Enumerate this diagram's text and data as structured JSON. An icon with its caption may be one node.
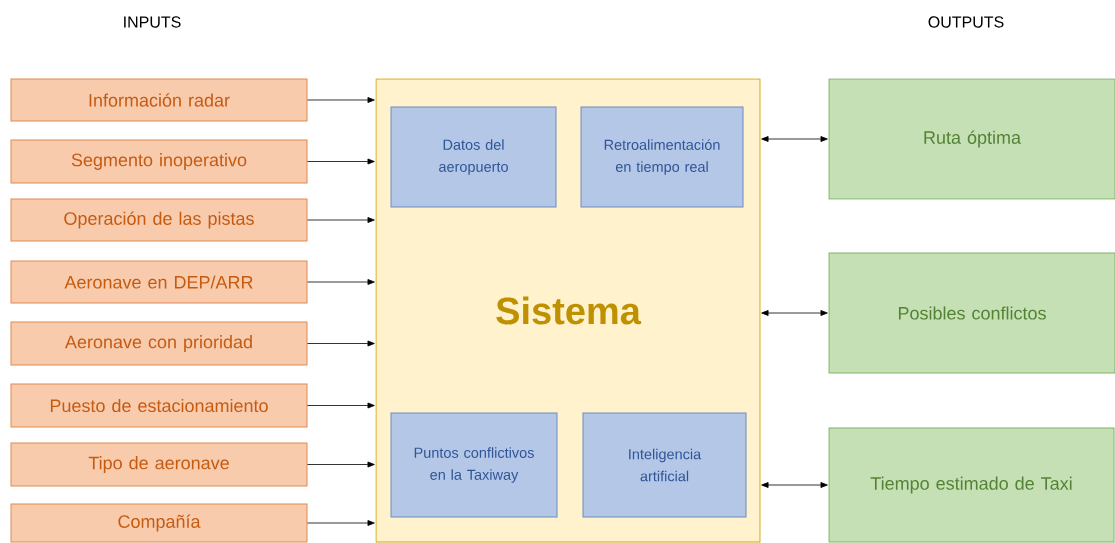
{
  "diagram": {
    "nodes": [
      {
        "text": [
          "Información radar"
        ]
      },
      {
        "text": [
          "Segmento inoperativo"
        ]
      },
      {
        "text": [
          "Operación de las pistas"
        ]
      },
      {
        "text": [
          "Aeronave en DEP/ARR"
        ]
      },
      {
        "text": [
          "Aeronave con prioridad"
        ]
      },
      {
        "text": [
          "Puesto de estacionamiento"
        ]
      },
      {
        "text": [
          "Tipo de aeronave"
        ]
      },
      {
        "text": [
          "Compañía"
        ]
      },
      {
        "text": [
          "Sistema"
        ]
      },
      {
        "text": [
          "Datos del aeropuerto"
        ],
        "in": 8
      },
      {
        "text": [
          "Retroalimentación en tiempo real"
        ],
        "in": 8
      },
      {
        "text": [
          "Puntos conflictivos en la Taxiway"
        ],
        "in": 8
      },
      {
        "text": [
          "Inteligencia artificial"
        ],
        "in": 8
      },
      {
        "text": [
          "Ruta óptima"
        ]
      },
      {
        "text": [
          "Posibles conflictos"
        ]
      },
      {
        "text": [
          "Tiempo estimado de Taxi"
        ]
      }
    ],
    "edges": [
      {
        "from": 0,
        "to": 8,
        "arrow": "to"
      },
      {
        "from": 1,
        "to": 8,
        "arrow": "to"
      },
      {
        "from": 2,
        "to": 8,
        "arrow": "to"
      },
      {
        "from": 3,
        "to": 8,
        "arrow": "to"
      },
      {
        "from": 4,
        "to": 8,
        "arrow": "to"
      },
      {
        "from": 5,
        "to": 8,
        "arrow": "to"
      },
      {
        "from": 6,
        "to": 8,
        "arrow": "to"
      },
      {
        "from": 7,
        "to": 8,
        "arrow": "to"
      },
      {
        "from": 8,
        "to": 13,
        "arrow": "both"
      },
      {
        "from": 8,
        "to": 14,
        "arrow": "both"
      },
      {
        "from": 8,
        "to": 15,
        "arrow": "both"
      }
    ],
    "labels": [
      "INPUTS",
      "OUTPUTS"
    ]
  }
}
